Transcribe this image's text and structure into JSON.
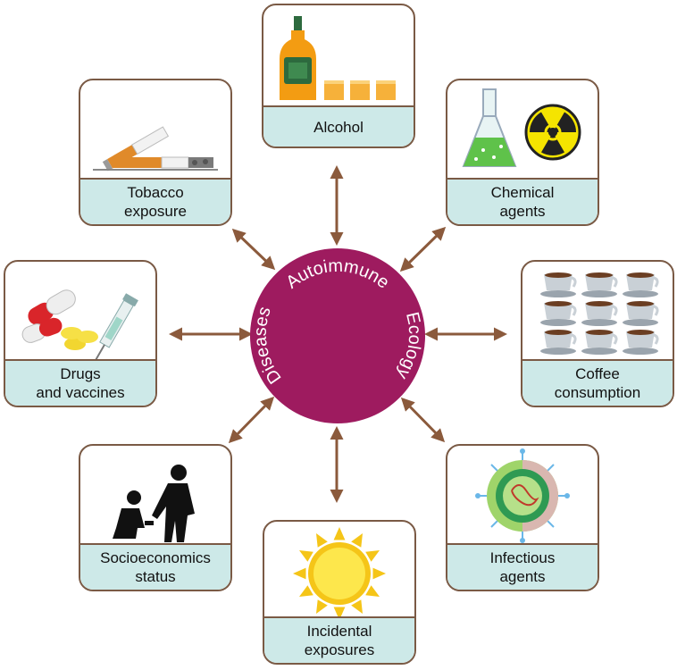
{
  "hub": {
    "word_top": "Autoimmune",
    "word_left": "Diseases",
    "word_right": "Ecology",
    "color": "#9e1b5f"
  },
  "factors": {
    "alcohol": {
      "label": "Alcohol",
      "icon": "bottle-and-glasses-icon"
    },
    "tobacco": {
      "label": "Tobacco\nexposure",
      "icon": "cigarette-icon"
    },
    "chemical": {
      "label": "Chemical\nagents",
      "icon": "flask-and-radiation-icon"
    },
    "drugs": {
      "label": "Drugs\nand vaccines",
      "icon": "pills-and-syringe-icon"
    },
    "coffee": {
      "label": "Coffee\nconsumption",
      "icon": "coffee-cups-icon"
    },
    "socio": {
      "label": "Socioeconomics\nstatus",
      "icon": "people-icon"
    },
    "infectious": {
      "label": "Infectious\nagents",
      "icon": "virus-icon"
    },
    "incidental": {
      "label": "Incidental\nexposures",
      "icon": "sun-icon"
    }
  },
  "colors": {
    "border": "#7a5a45",
    "label_bg": "#cde9e8",
    "arrow": "#8b5a3c"
  }
}
